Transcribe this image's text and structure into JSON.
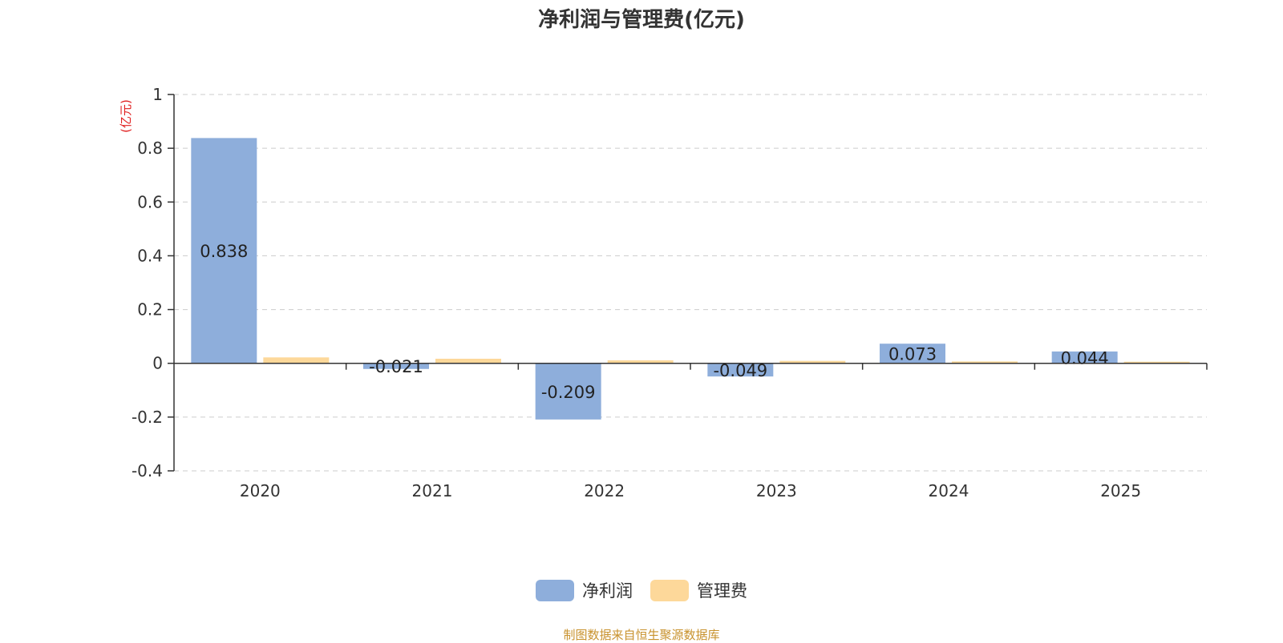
{
  "chart_data": {
    "type": "bar",
    "title": "净利润与管理费(亿元)",
    "ylabel": "(亿元)",
    "categories": [
      "2020",
      "2021",
      "2022",
      "2023",
      "2024",
      "2025"
    ],
    "series": [
      {
        "name": "净利润",
        "color": "#8eaedb",
        "values": [
          0.838,
          -0.021,
          -0.209,
          -0.049,
          0.073,
          0.044
        ],
        "labels": [
          "0.838",
          "-0.021",
          "-0.209",
          "-0.049",
          "0.073",
          "0.044"
        ]
      },
      {
        "name": "管理费",
        "color": "#fdd89a",
        "values": [
          0.022,
          0.017,
          0.011,
          0.009,
          0.007,
          0.006
        ]
      }
    ],
    "ylim": [
      -0.4,
      1
    ],
    "yticks": [
      -0.4,
      -0.2,
      0,
      0.2,
      0.4,
      0.6,
      0.8,
      1
    ],
    "ytick_labels": [
      "-0.4",
      "-0.2",
      "0",
      "0.2",
      "0.4",
      "0.6",
      "0.8",
      "1"
    ],
    "grid": true,
    "legend_position": "bottom"
  },
  "source_note": "制图数据来自恒生聚源数据库"
}
